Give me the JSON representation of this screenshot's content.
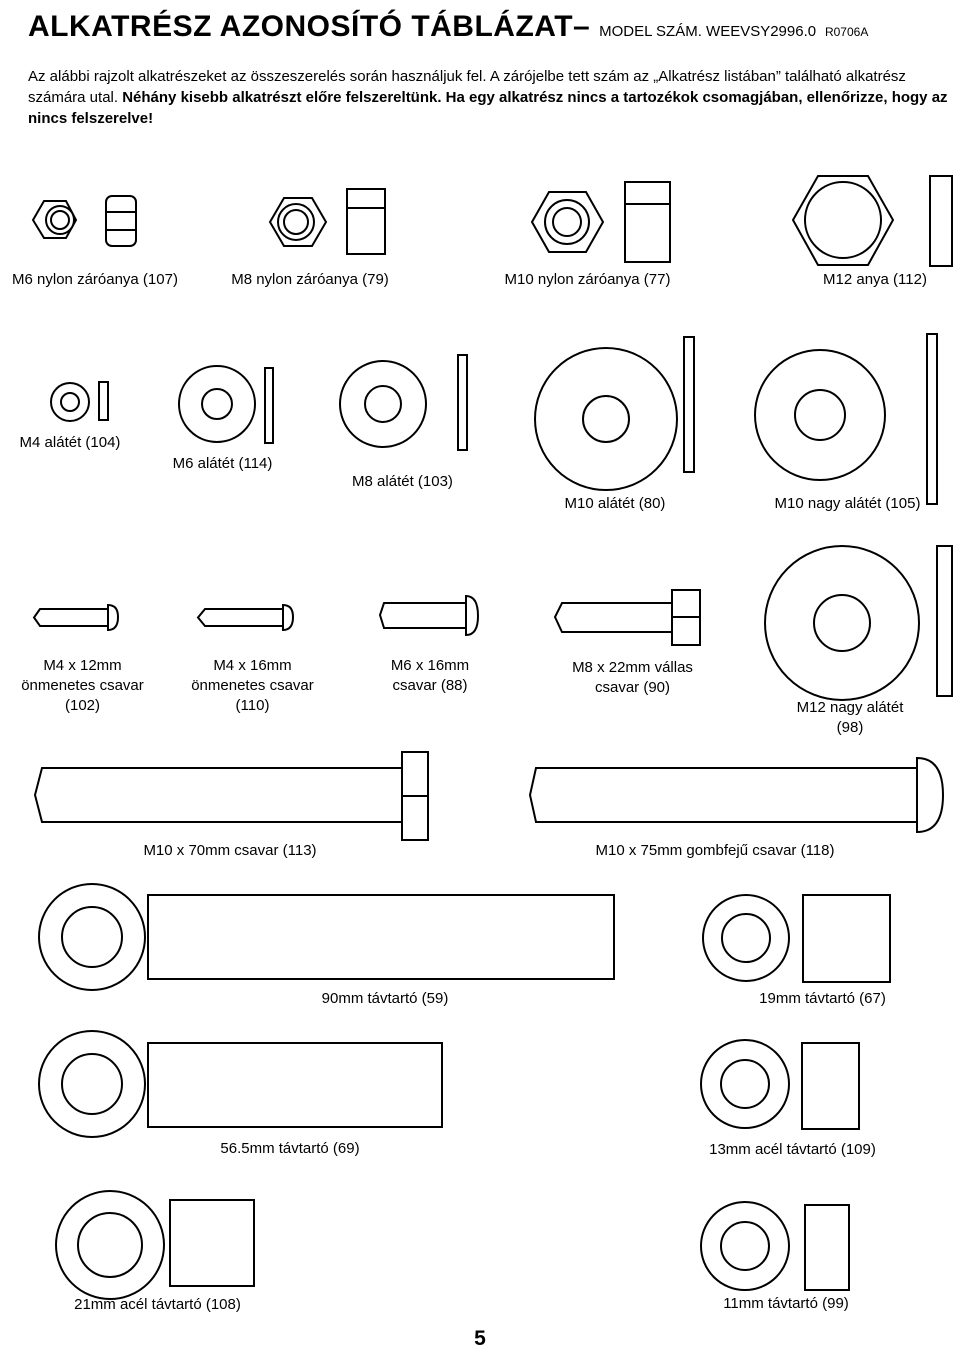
{
  "header": {
    "title": "ALKATRÉSZ AZONOSÍTÓ TÁBLÁZAT–",
    "model": "MODEL SZÁM. WEEVSY2996.0",
    "code": "R0706A"
  },
  "intro": {
    "normal": "Az alábbi rajzolt alkatrészeket az összeszerelés során használjuk fel. A zárójelbe tett szám az „Alkatrész listában” található alkatrész számára utal.",
    "bold": "Néhány kisebb alkatrészt előre felszereltünk. Ha egy alkatrész nincs a tartozékok csomagjában, ellenőrizze, hogy az nincs felszerelve!"
  },
  "parts": [
    "M6 nylon záróanya (107)",
    "M8 nylon záróanya (79)",
    "M10 nylon záróanya (77)",
    "M12 anya (112)",
    "M4 alátét (104)",
    "M6 alátét (114)",
    "M8 alátét (103)",
    "M10 alátét (80)",
    "M10 nagy alátét (105)",
    [
      "M4 x 12mm",
      "önmenetes csavar",
      "(102)"
    ],
    [
      "M4 x 16mm",
      "önmenetes csavar",
      "(110)"
    ],
    [
      "M6 x 16mm",
      "csavar (88)"
    ],
    [
      "M8 x 22mm vállas",
      "csavar (90)"
    ],
    [
      "M12 nagy alátét",
      "(98)"
    ],
    "M10 x 70mm csavar (113)",
    "M10 x 75mm gombfejű csavar (118)",
    "90mm távtartó (59)",
    "19mm távtartó (67)",
    "56.5mm távtartó (69)",
    "13mm acél távtartó (109)",
    "21mm acél távtartó (108)",
    "11mm távtartó (99)"
  ],
  "page_number": "5"
}
